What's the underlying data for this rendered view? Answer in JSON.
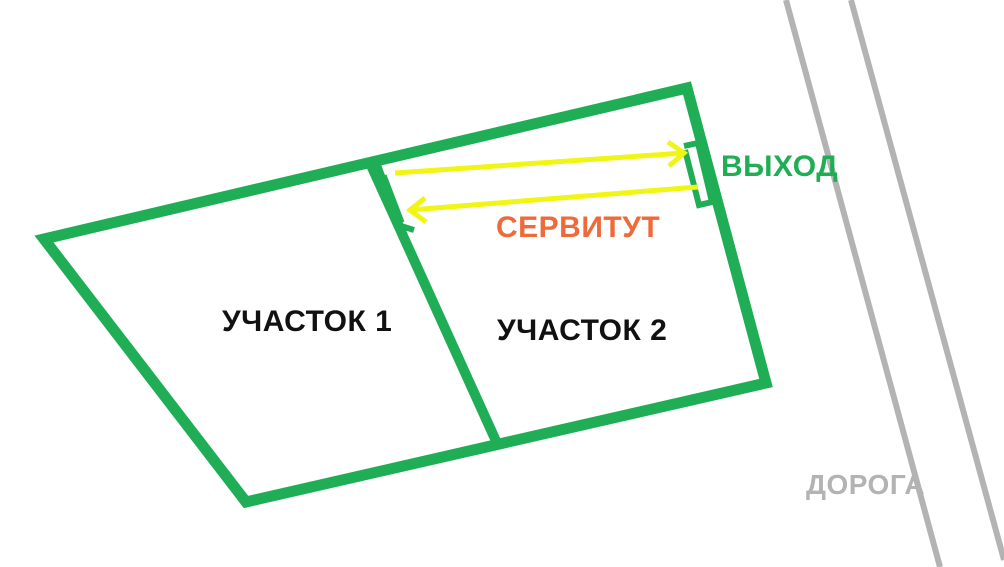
{
  "labels": {
    "plot1": "УЧАСТОК 1",
    "plot2": "УЧАСТОК 2",
    "servitude": "СЕРВИТУТ",
    "exit": "ВЫХОД",
    "road": "ДОРОГА"
  },
  "colors": {
    "boundary": "#1fae55",
    "arrow": "#f0f514",
    "servitude_text": "#ee6a3a",
    "exit_text": "#1fae55",
    "road_line": "#b3b3b3",
    "road_text": "#b3b3b3",
    "plot_text": "#111111",
    "background": "#ffffff"
  }
}
